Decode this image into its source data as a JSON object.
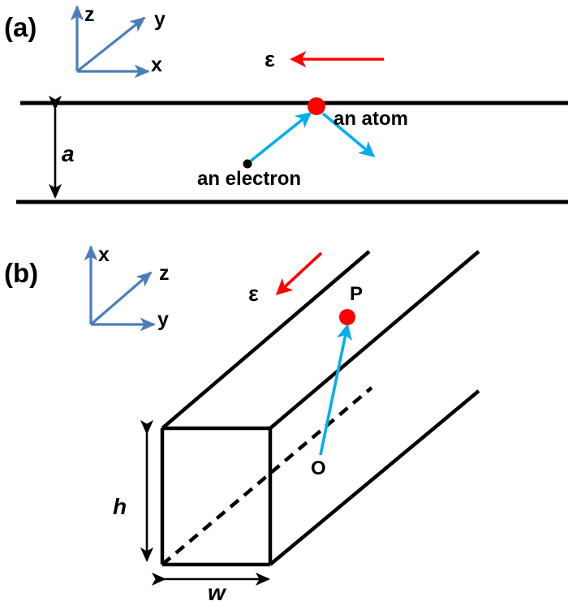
{
  "figure": {
    "panels": [
      {
        "id": "a",
        "label": "(a)",
        "axes": {
          "vertical_label": "z",
          "diagonal_label": "y",
          "horizontal_label": "x"
        },
        "field_label": "ε",
        "field_direction": "leftward",
        "gap_label": "a",
        "annotations": [
          {
            "name": "atom",
            "label": "an atom",
            "color": "#FF0000"
          },
          {
            "name": "electron",
            "label": "an electron",
            "color": "#000000"
          }
        ],
        "geometry_note": "parallel-plate channel of width a"
      },
      {
        "id": "b",
        "label": "(b)",
        "axes": {
          "vertical_label": "x",
          "diagonal_label": "z",
          "horizontal_label": "y"
        },
        "field_label": "ε",
        "field_direction": "down-left",
        "height_label": "h",
        "width_label": "w",
        "points": [
          {
            "name": "origin",
            "label": "O",
            "color": "#000000"
          },
          {
            "name": "point-p",
            "label": "P",
            "color": "#FF0000"
          }
        ],
        "geometry_note": "rectangular waveguide of cross-section w by h"
      }
    ],
    "colors": {
      "axis_blue": "#4A7EBB",
      "trajectory_cyan": "#00AEEF",
      "field_red": "#FF0000",
      "structure_black": "#000000",
      "background": "#FFFFFF"
    }
  }
}
